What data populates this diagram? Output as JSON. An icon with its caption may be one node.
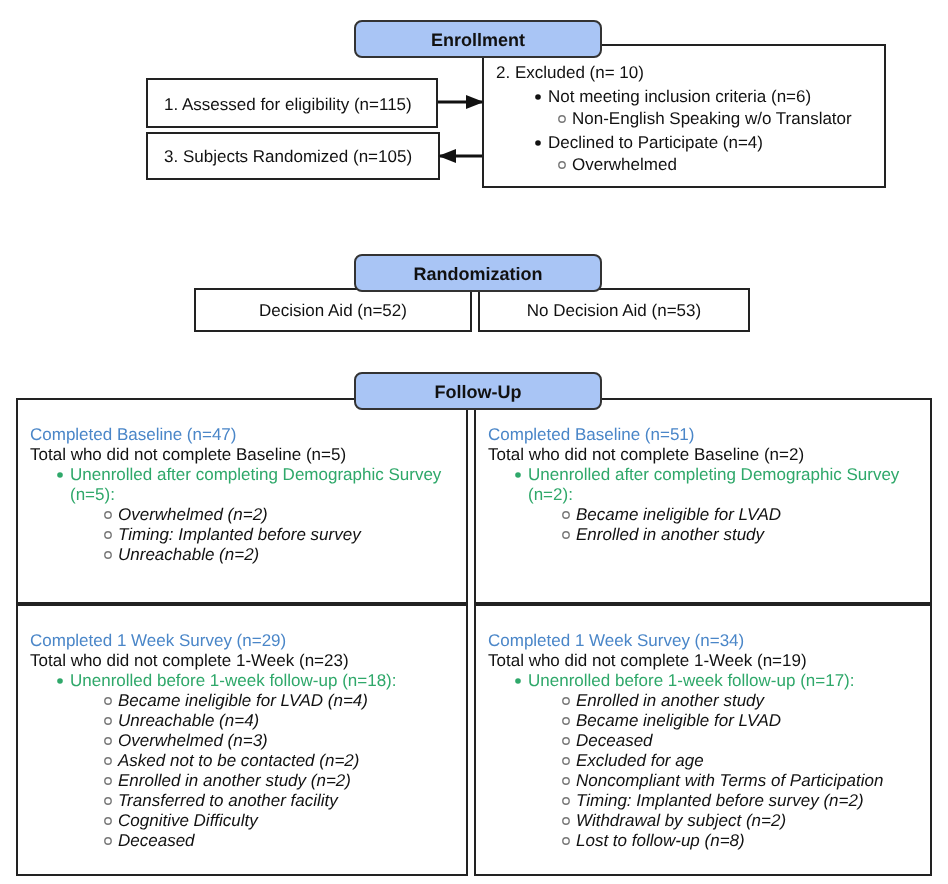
{
  "diagram": {
    "nodes": [
      {
        "text": [
          "Enrollment"
        ]
      },
      {
        "text": [
          "1. Assessed for eligibility (n=115)"
        ]
      },
      {
        "text": [
          "2. Excluded (n= 10)",
          "Not meeting inclusion criteria (n=6)",
          "Non-English Speaking w/o Translator",
          "Declined to Participate (n=4)",
          "Overwhelmed"
        ]
      },
      {
        "text": [
          "3. Subjects Randomized (n=105)"
        ]
      },
      {
        "text": [
          "Randomization"
        ]
      },
      {
        "text": [
          "Decision Aid (n=52)"
        ]
      },
      {
        "text": [
          "No Decision Aid (n=53)"
        ]
      },
      {
        "text": [
          "Follow-Up"
        ]
      },
      {
        "text": [
          "Completed Baseline (n=47)",
          "Total who did not complete Baseline (n=5)",
          "Unenrolled after completing Demographic Survey (n=5):",
          "Overwhelmed (n=2)",
          "Timing: Implanted before survey",
          "Unreachable (n=2)"
        ]
      },
      {
        "text": [
          "Completed Baseline (n=51)",
          "Total who did not complete Baseline (n=2)",
          "Unenrolled after completing Demographic Survey (n=2):",
          "Became ineligible for LVAD",
          "Enrolled in another study"
        ]
      },
      {
        "text": [
          "Completed 1 Week Survey (n=29)",
          "Total who did not complete 1-Week (n=23)",
          "Unenrolled before 1-week follow-up (n=18):",
          "Became ineligible for LVAD (n=4)",
          "Unreachable (n=4)",
          "Overwhelmed (n=3)",
          "Asked not to be contacted (n=2)",
          "Enrolled in another study (n=2)",
          "Transferred to another facility",
          "Cognitive Difficulty",
          "Deceased"
        ]
      },
      {
        "text": [
          "Completed 1 Week Survey (n=34)",
          "Total who did not complete 1-Week (n=19)",
          "Unenrolled before 1-week follow-up (n=17):",
          "Enrolled in another study",
          "Became ineligible for LVAD",
          "Deceased",
          "Excluded for age",
          "Noncompliant with Terms of Participation",
          "Timing: Implanted before survey (n=2)",
          "Withdrawal by subject (n=2)",
          "Lost to follow-up (n=8)"
        ]
      }
    ],
    "edges": [
      {
        "from": 1,
        "to": 2,
        "arrow": "to"
      },
      {
        "from": 2,
        "to": 3,
        "arrow": "to"
      }
    ]
  }
}
